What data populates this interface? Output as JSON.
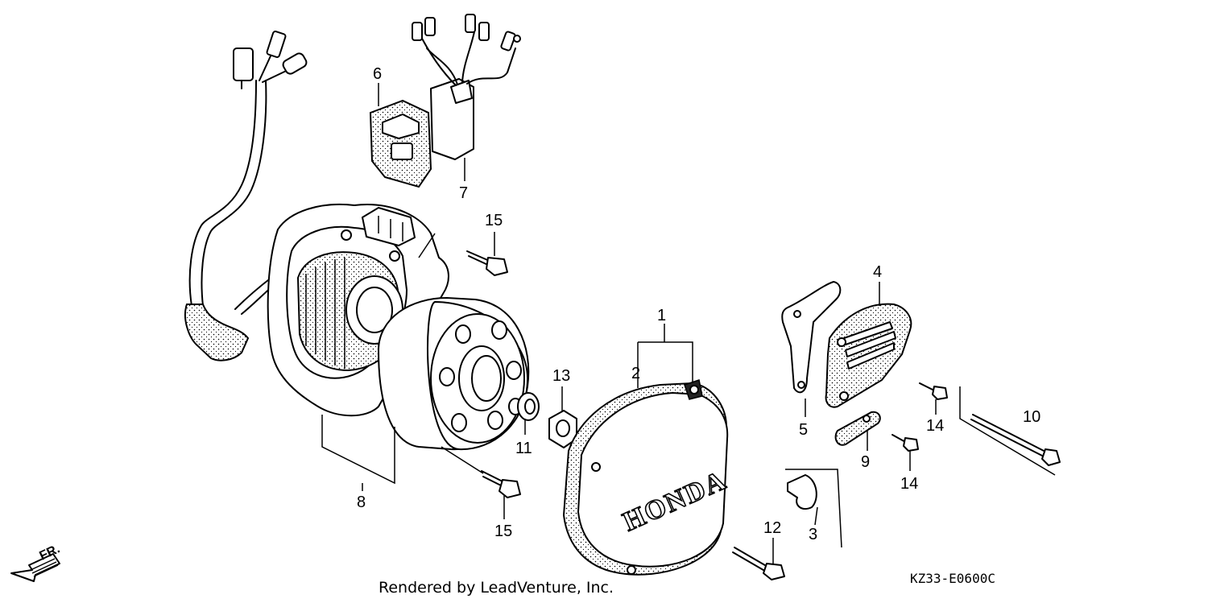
{
  "diagram": {
    "callouts": {
      "c1": "1",
      "c2": "2",
      "c3": "3",
      "c4": "4",
      "c5": "5",
      "c6": "6",
      "c7": "7",
      "c8": "8",
      "c9": "9",
      "c10": "10",
      "c11": "11",
      "c12": "12",
      "c13": "13",
      "c14a": "14",
      "c14b": "14",
      "c15a": "15",
      "c15b": "15"
    },
    "cover_logo_text": "HONDA",
    "front_indicator": "FR.",
    "diagram_code": "KZ33-E0600C",
    "render_credit": "Rendered by LeadVenture, Inc."
  }
}
